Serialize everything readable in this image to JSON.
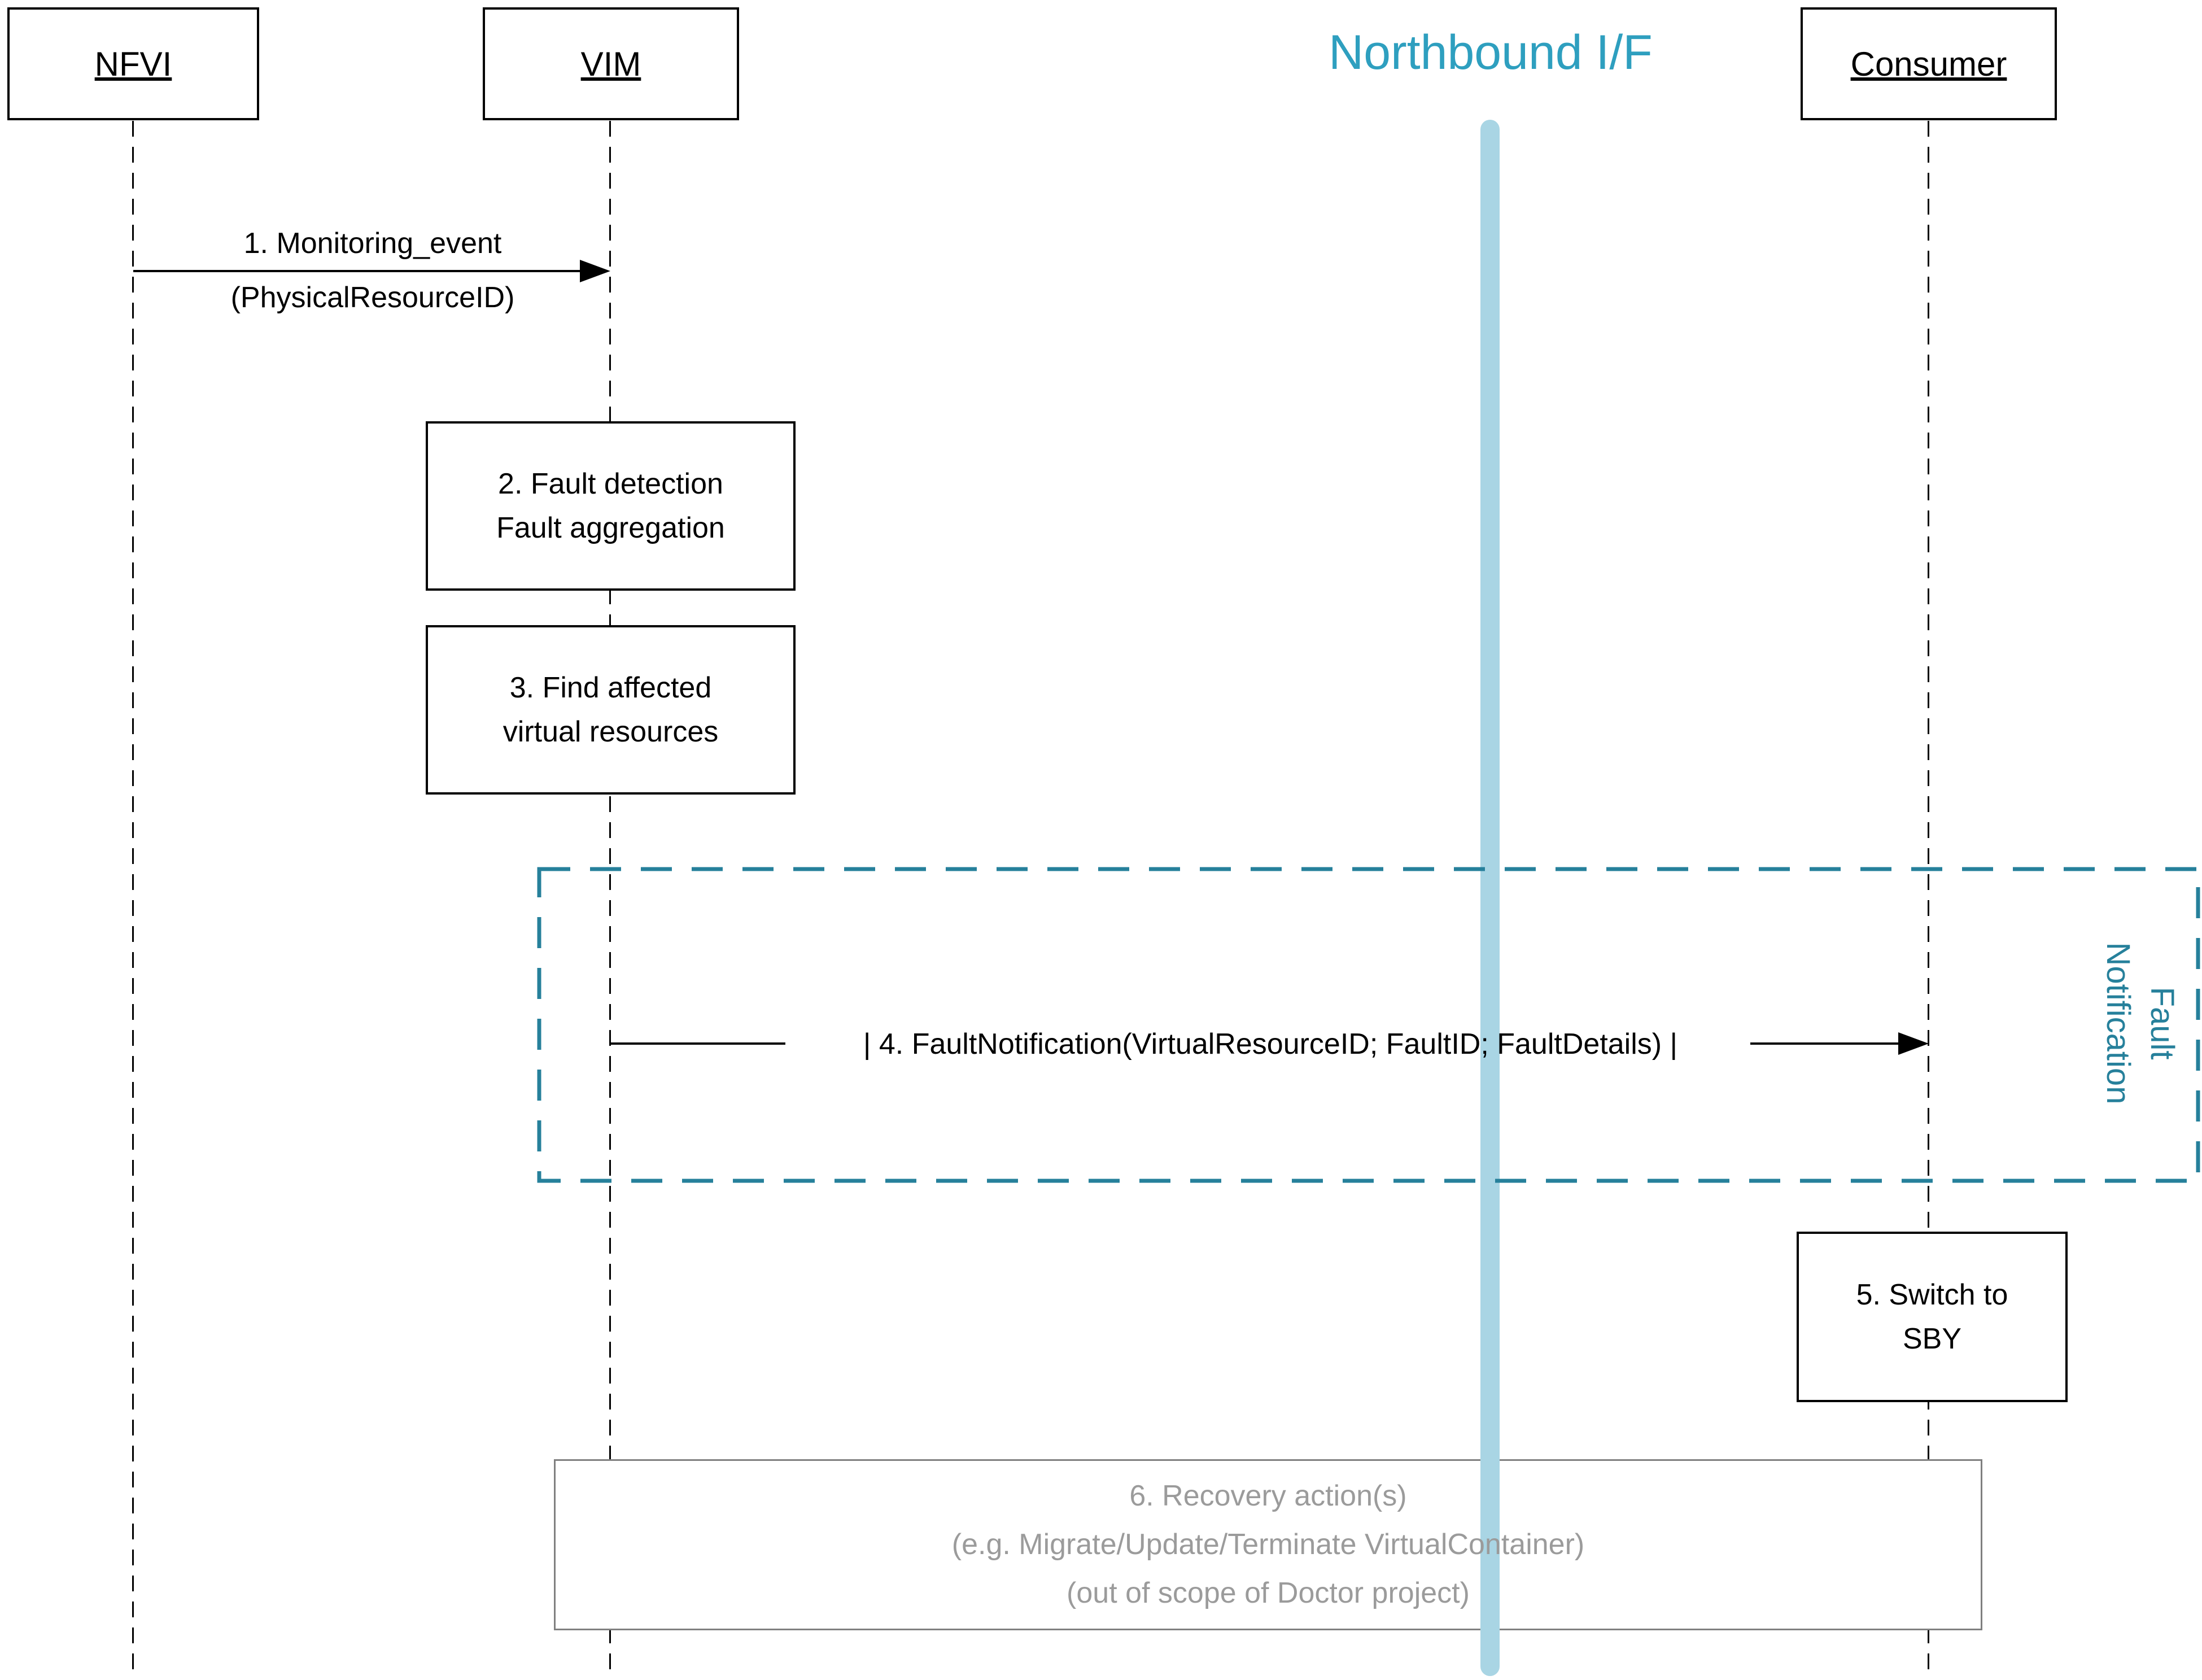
{
  "actors": {
    "nfvi": "NFVI",
    "vim": "VIM",
    "consumer": "Consumer"
  },
  "northbound_interface": {
    "label": "Northbound I/F"
  },
  "messages": {
    "monitoring_event": {
      "line1": "1. Monitoring_event",
      "line2": "(PhysicalResourceID)"
    },
    "fault_notification": {
      "label": "| 4. FaultNotification(VirtualResourceID; FaultID; FaultDetails) |"
    }
  },
  "actions": {
    "fault_detection": {
      "line1": "2. Fault detection",
      "line2": "Fault aggregation"
    },
    "find_affected": {
      "line1": "3. Find affected",
      "line2": "virtual resources"
    },
    "switch_to_sby": {
      "line1": "5. Switch to",
      "line2": "SBY"
    },
    "recovery": {
      "line1": "6. Recovery action(s)",
      "line2": "(e.g. Migrate/Update/Terminate VirtualContainer)",
      "line3": "(out of scope of Doctor project)"
    }
  },
  "frame": {
    "label_word1": "Fault",
    "label_word2": "Notification"
  },
  "colors": {
    "teal_heading": "#2E9FBF",
    "teal_frame": "#26809B",
    "northbound_bar": "#A9D5E4",
    "recovery_gray_text": "#9B9B9B",
    "recovery_gray_border": "#808080",
    "line_black": "#000000"
  }
}
